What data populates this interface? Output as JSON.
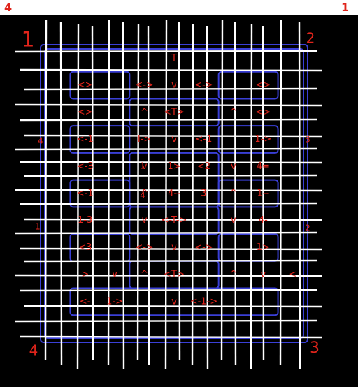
{
  "top_bar": {
    "left_mark": "4",
    "right_mark": "1"
  },
  "corners": {
    "top_left": "1",
    "top_right": "2",
    "bottom_left": "4",
    "bottom_right": "3"
  },
  "side_numbers": {
    "row_4_left": "4",
    "row_4_right": "3",
    "row_8_left": "1",
    "row_8_right": "2"
  },
  "center_marks": {
    "upper": "1",
    "lower": "4"
  },
  "colors": {
    "background": "#000000",
    "grid_lines": "#ffffff",
    "wall_outline": "#3a3fd6",
    "symbols": "#e0241b"
  },
  "board": {
    "rows": 11,
    "cols": 9,
    "symbol_rows": [
      [
        "",
        "",
        "",
        "",
        "T",
        "",
        "",
        "",
        ""
      ],
      [
        "",
        "<>",
        "",
        "<->",
        "v",
        "<->",
        "",
        "<>",
        ""
      ],
      [
        "",
        "<>",
        "",
        "^",
        "<T>",
        "",
        "^",
        "<>",
        ""
      ],
      [
        "",
        "<-1",
        "",
        "I->",
        "v",
        "<-1",
        "",
        "1->",
        ""
      ],
      [
        "",
        "<-3",
        "",
        "v",
        "1>",
        "<2",
        "v",
        "4=",
        ""
      ],
      [
        "",
        "<-1",
        "",
        "^",
        "4--",
        "3",
        "^",
        "1--",
        ""
      ],
      [
        "",
        "1-3",
        "",
        "v",
        "<-T->",
        "",
        "v",
        "4-",
        ""
      ],
      [
        "",
        "<3",
        "",
        "<->",
        "v",
        "<->",
        "",
        "1>",
        ""
      ],
      [
        "",
        ">",
        "v",
        "^",
        "<T>",
        "",
        "^",
        "v",
        "<"
      ],
      [
        "",
        "<-",
        "1->",
        "",
        "v",
        "<-1->",
        "",
        "",
        ""
      ],
      [
        "",
        "",
        "",
        "",
        "",
        "",
        "",
        "",
        ""
      ]
    ]
  }
}
